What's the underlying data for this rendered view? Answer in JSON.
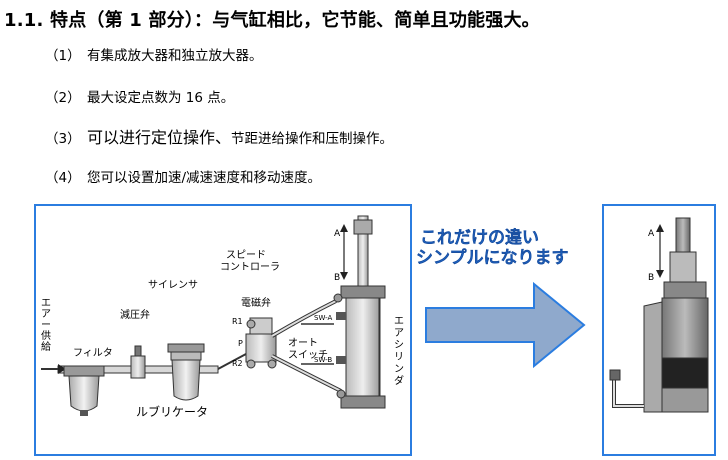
{
  "title": "1.1. 特点（第 1 部分）：与气缸相比，它节能、简单且功能强大。",
  "items": [
    {
      "num": "（1）",
      "text": "有集成放大器和独立放大器。"
    },
    {
      "num": "（2）",
      "text": "最大设定点数为 16 点。"
    },
    {
      "num": "（3）",
      "text_big": "可以进行定位操作、",
      "text": "节距进给操作和压制操作。"
    },
    {
      "num": "（4）",
      "text": "您可以设置加速/减速速度和移动速度。"
    }
  ],
  "diagram": {
    "speed_controller": [
      "スピード",
      "コントローラ"
    ],
    "silencer": "サイレンサ",
    "solenoid_valve": "電磁弁",
    "regulator": "減圧弁",
    "air_supply": [
      "エ",
      "ア",
      "ー",
      "供",
      "給"
    ],
    "filter": "フィルタ",
    "lubricator": "ルブリケータ",
    "auto_switch": [
      "オート",
      "スイッチ"
    ],
    "air_cylinder": [
      "エ",
      "ア",
      "シ",
      "リ",
      "ン",
      "ダ"
    ],
    "label_a": "A",
    "label_b": "B",
    "sw_a": "SW-A",
    "sw_b": "SW-B",
    "r1": "R1",
    "r2": "R2",
    "p": "P"
  },
  "arrow_text": [
    "これだけの違い",
    "シンプルになります"
  ],
  "colors": {
    "panel_border": "#2b7de0",
    "arrow_fill": "#8fa9cc",
    "arrow_text": "#1f6fd6"
  }
}
